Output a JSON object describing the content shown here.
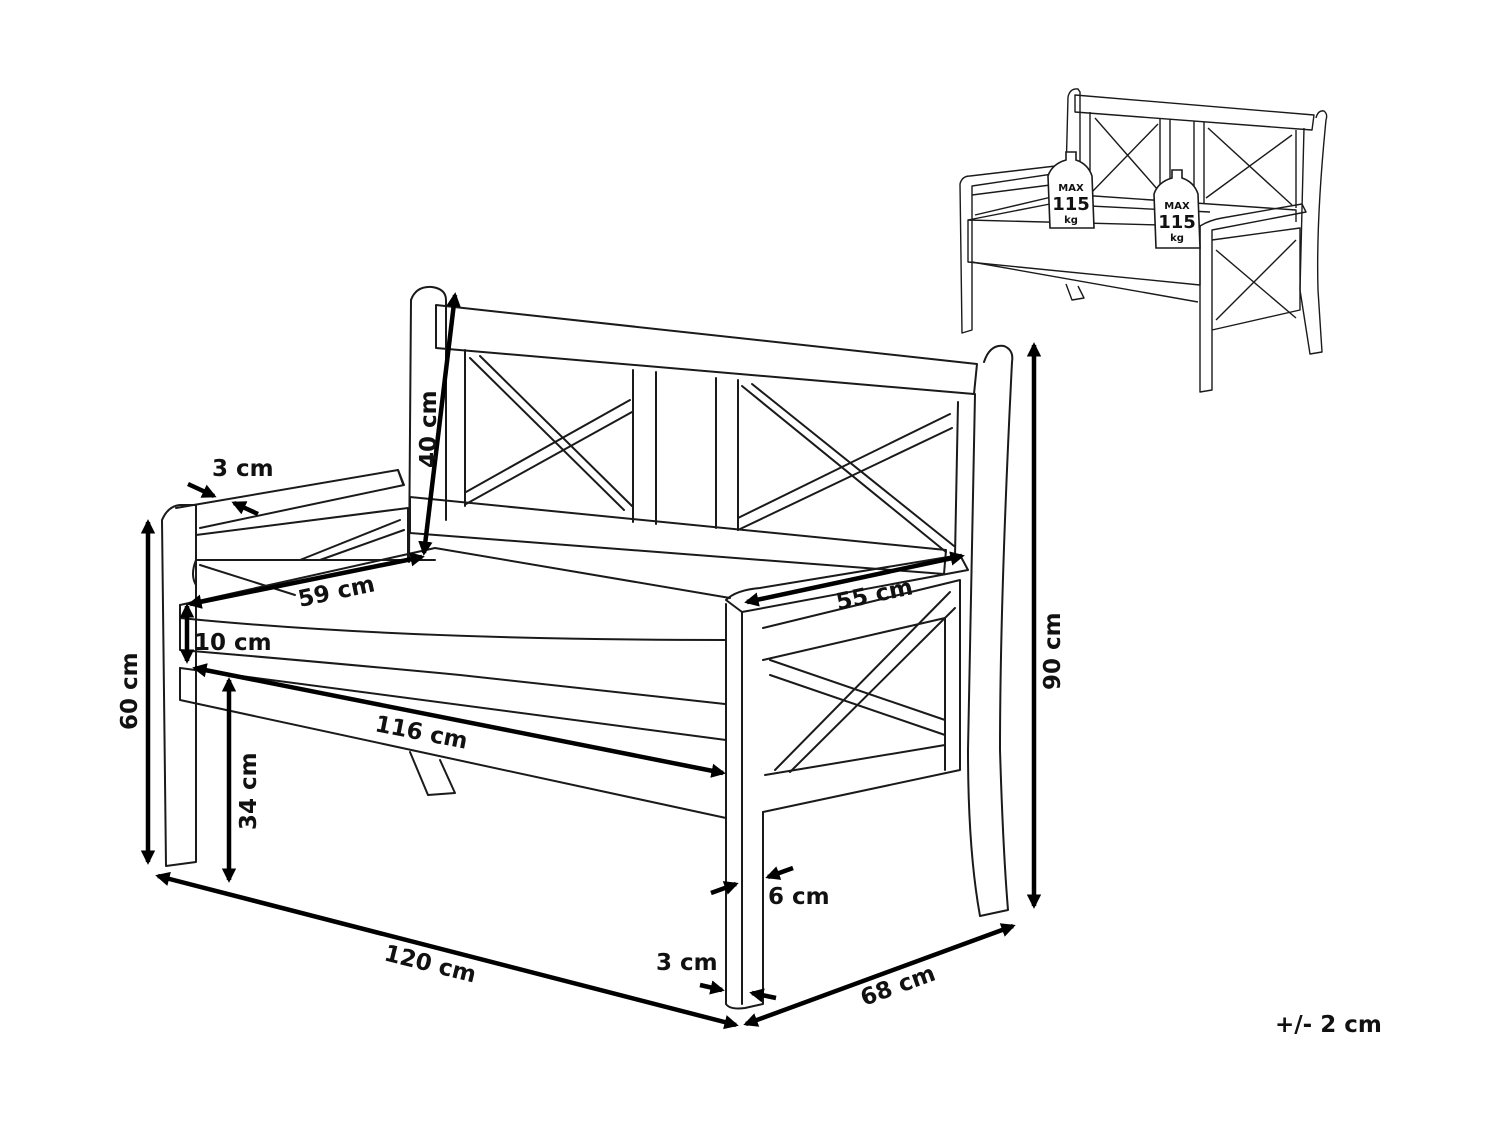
{
  "dimensions": {
    "armrest_thickness": "3 cm",
    "backrest_height": "40 cm",
    "seat_depth": "59 cm",
    "armrest_depth": "55 cm",
    "cushion_thickness": "10 cm",
    "seat_width": "116 cm",
    "arm_height": "60 cm",
    "seat_height": "34 cm",
    "total_height": "90 cm",
    "total_width": "120 cm",
    "total_depth": "68 cm",
    "leg_width": "6 cm",
    "leg_thickness": "3 cm"
  },
  "tolerance": "+/- 2 cm",
  "max_load": {
    "label": "MAX",
    "value": "115",
    "unit": "kg"
  }
}
